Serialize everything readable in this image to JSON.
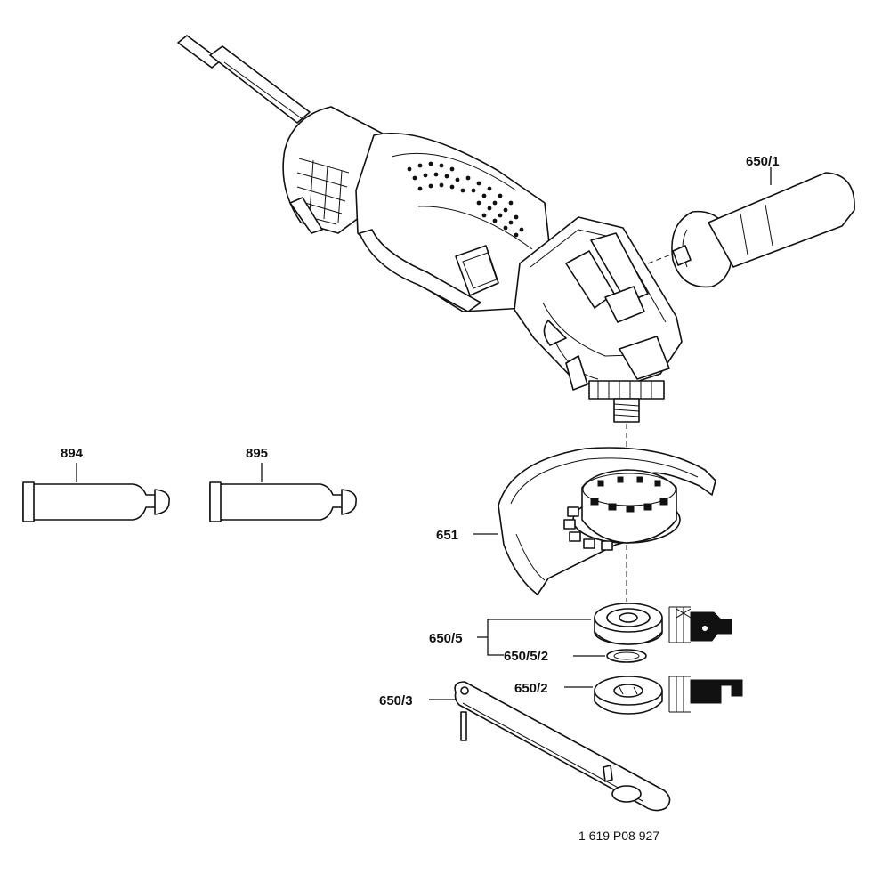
{
  "labels": {
    "side_handle": "650/1",
    "grease_tube_894": "894",
    "grease_tube_895": "895",
    "guard": "651",
    "flange_group": "650/5",
    "o_ring": "650/5/2",
    "clamping_nut": "650/2",
    "spanner": "650/3"
  },
  "drawing_number": "1 619 P08 927",
  "icons": [
    "angle-grinder-icon",
    "side-handle-icon",
    "grease-tube-icon",
    "wheel-guard-icon",
    "mounting-flange-icon",
    "o-ring-icon",
    "clamping-nut-icon",
    "two-pin-spanner-icon",
    "flange-orientation-symbol-icon"
  ]
}
